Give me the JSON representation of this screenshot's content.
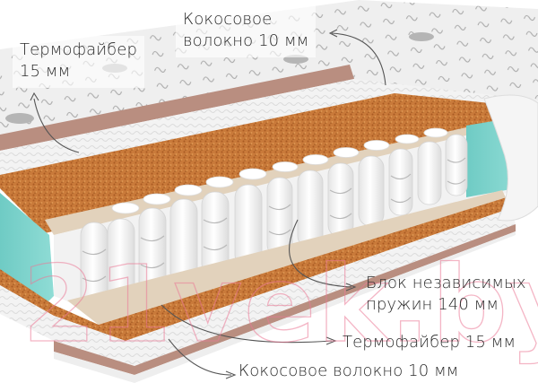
{
  "image": {
    "subject": "Mattress cross-section with pocket spring block",
    "watermark": "21vek.by"
  },
  "labels": {
    "top_left": {
      "line1": "Термофайбер",
      "line2": "15 мм"
    },
    "top_center": {
      "line1": "Кокосовое",
      "line2": "волокно 10 мм"
    },
    "right_spring": {
      "line1": "Блок независимых",
      "line2": "пружин 140 мм"
    },
    "right_thermo": {
      "line1": "Термофайбер 15 мм"
    },
    "bottom_coco": {
      "line1": "Кокосовое волокно 10 мм"
    }
  },
  "colors": {
    "cover": "#eeeeee",
    "quilt_pattern": "#9a9a9a",
    "thermofiber": "#f2f2f2",
    "felt_band": "#b98e80",
    "coconut": "#c97a3a",
    "coconut_dark": "#a85a22",
    "spunbond": "#e2d2bc",
    "springs": "#f7f7f7",
    "spring_wire": "#bdbdbd",
    "foam_side": "#7fd3cc",
    "arrow": "#555555",
    "text": "#2b2b2b",
    "watermark": "#ec7898"
  }
}
